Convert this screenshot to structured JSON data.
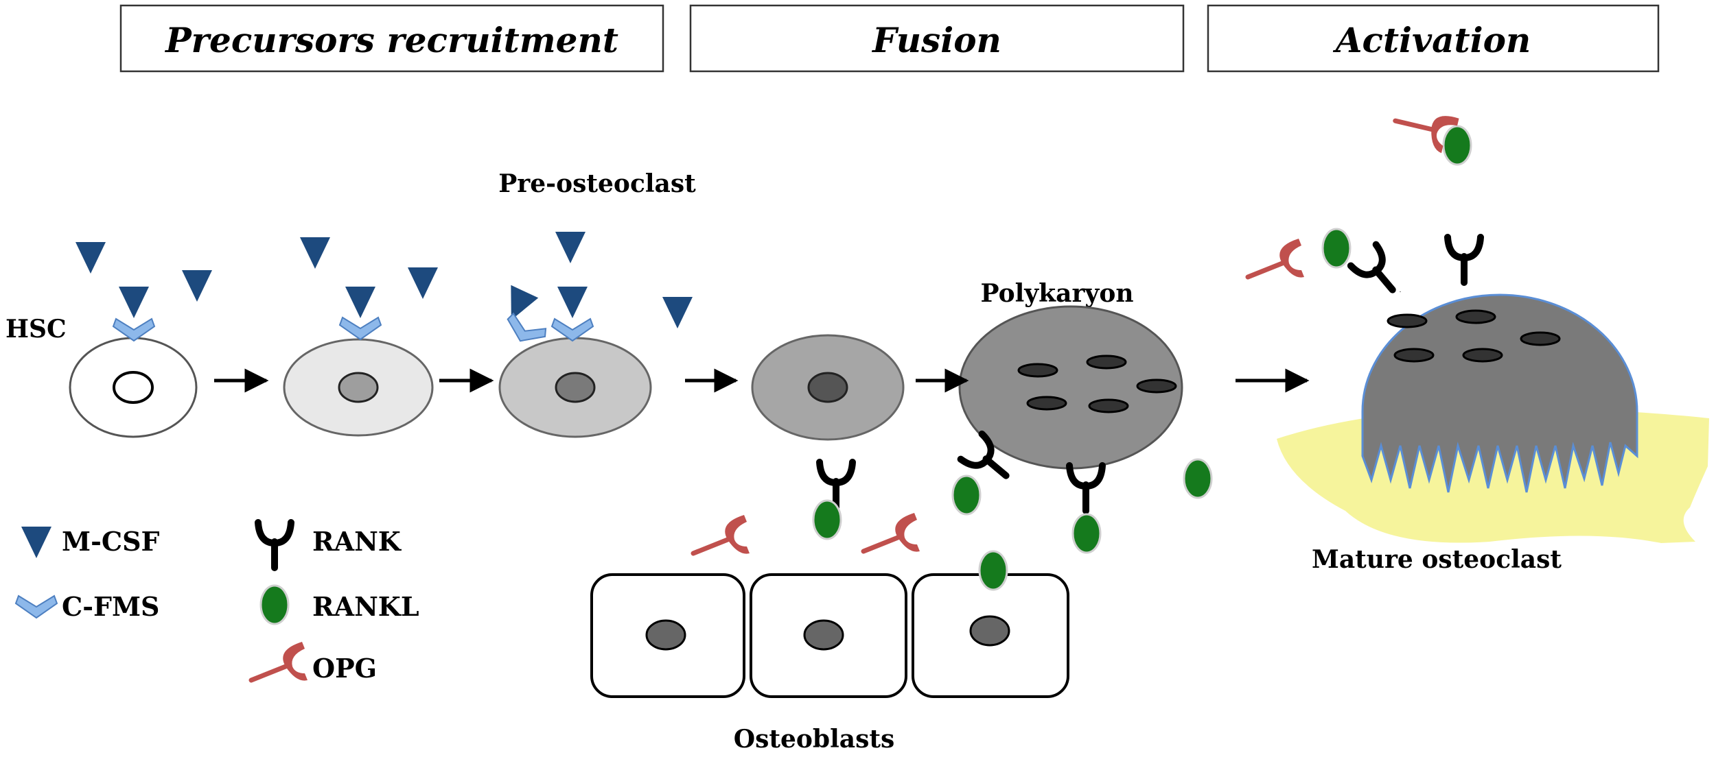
{
  "stages": [
    {
      "id": "precursors",
      "label": "Precursors recruitment"
    },
    {
      "id": "fusion",
      "label": "Fusion"
    },
    {
      "id": "activation",
      "label": "Activation"
    }
  ],
  "labels": {
    "hsc": "HSC",
    "pre_osteoclast": "Pre-osteoclast",
    "polykaryon": "Polykaryon",
    "mature_osteoclast": "Mature osteoclast",
    "osteoblasts": "Osteoblasts"
  },
  "legend": {
    "mcsf": "M-CSF",
    "cfms": "C-FMS",
    "rank": "RANK",
    "rankl": "RANKL",
    "opg": "OPG"
  },
  "colors": {
    "mcsf": "#1d4a7e",
    "cfms": "#8db8ea",
    "rankl": "#157a1d",
    "opg": "#c0504d",
    "bone": "#f6f49c",
    "cell_dark": "#7a7a7a"
  }
}
